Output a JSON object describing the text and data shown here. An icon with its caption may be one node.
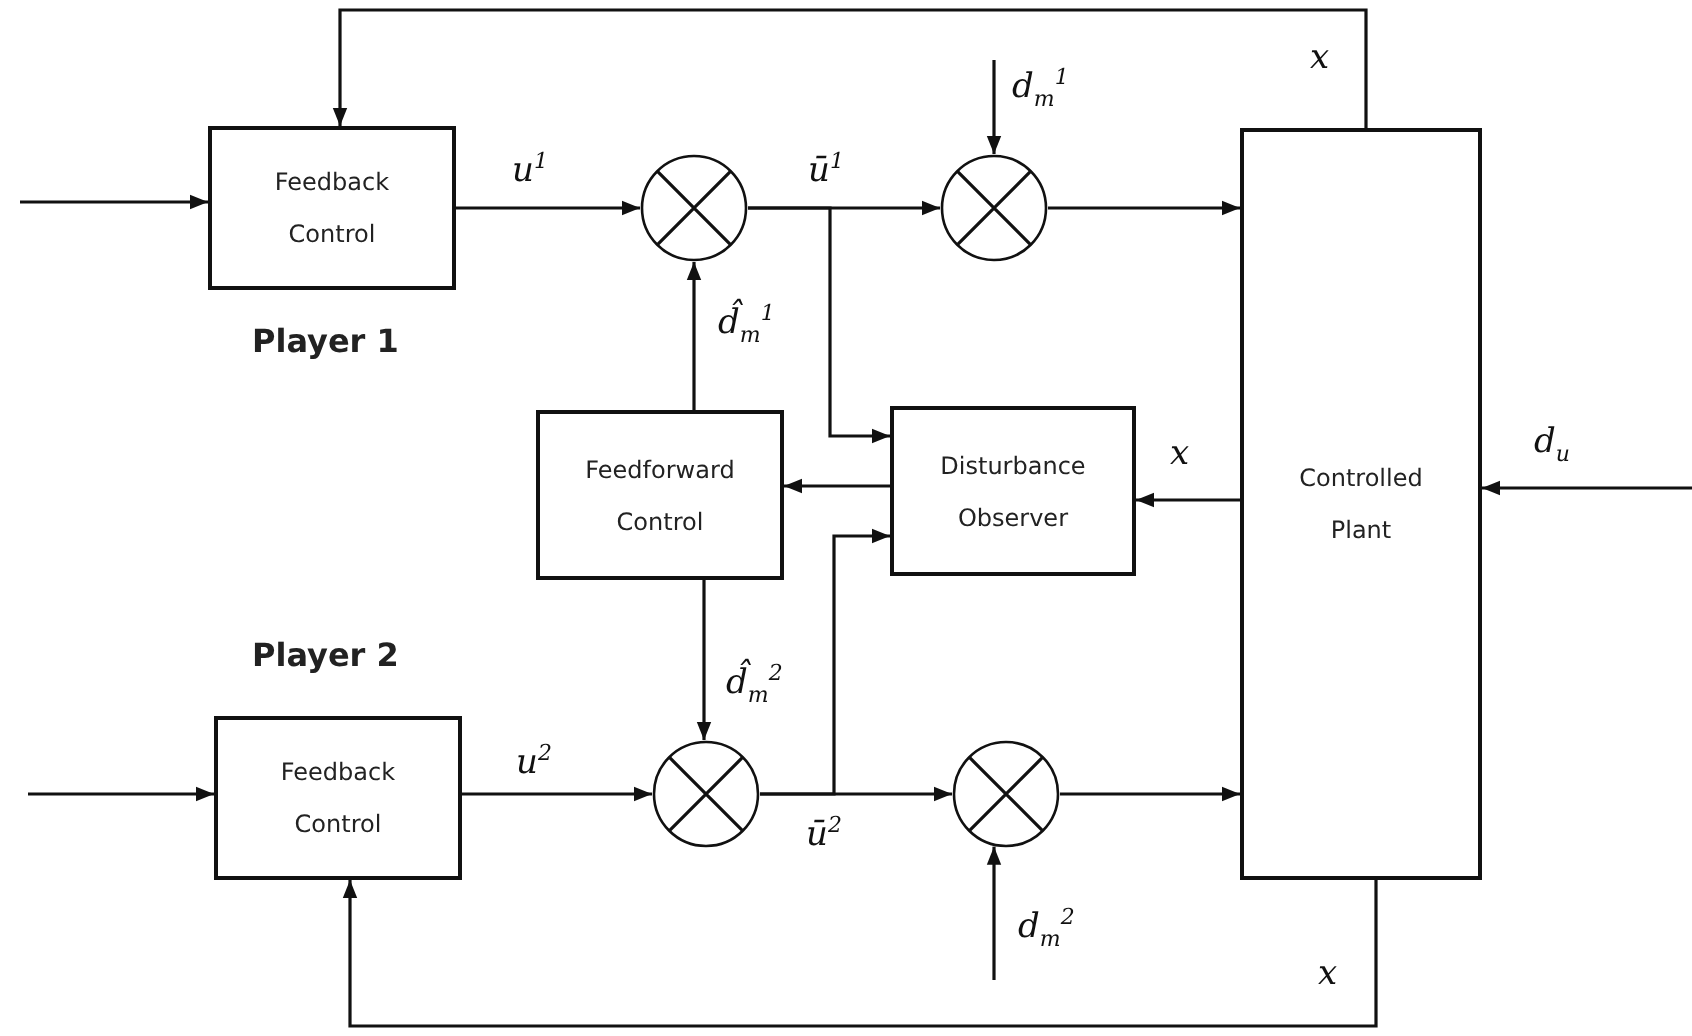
{
  "diagram": {
    "nodes": [
      {
        "text": [
          "Feedback Control"
        ]
      },
      {
        "text": [],
        "shape": "circle"
      },
      {
        "text": [],
        "shape": "circle"
      },
      {
        "text": [
          "Controlled Plant"
        ]
      },
      {
        "text": [
          "Feedforward Control"
        ]
      },
      {
        "text": [
          "Disturbance Observer"
        ]
      },
      {
        "text": [
          "Feedback Control"
        ]
      },
      {
        "text": [],
        "shape": "circle"
      },
      {
        "text": [],
        "shape": "circle"
      }
    ],
    "edges": [
      {
        "from": null,
        "to": 0,
        "arrow": "to"
      },
      {
        "from": 0,
        "to": 1,
        "arrow": "to",
        "label": "u$^{1}$"
      },
      {
        "from": 1,
        "to": 2,
        "arrow": "to",
        "label": "ū$^{1}$"
      },
      {
        "from": 1,
        "to": 5,
        "arrow": "to"
      },
      {
        "from": null,
        "to": 2,
        "arrow": "to",
        "label": "d$_{m}$$^{1}$"
      },
      {
        "from": 2,
        "to": 3,
        "arrow": "to"
      },
      {
        "from": 3,
        "to": 0,
        "arrow": "to",
        "label": "x"
      },
      {
        "from": 3,
        "to": 5,
        "arrow": "to",
        "label": "x"
      },
      {
        "from": null,
        "to": 3,
        "arrow": "to",
        "label": "d$_{u}$"
      },
      {
        "from": 5,
        "to": 4,
        "arrow": "to"
      },
      {
        "from": 4,
        "to": 1,
        "arrow": "to",
        "label": "d̂$_{m}$$^{1}$"
      },
      {
        "from": 4,
        "to": 7,
        "arrow": "to",
        "label": "d̂$_{m}$$^{2}$"
      },
      {
        "from": null,
        "to": 6,
        "arrow": "to"
      },
      {
        "from": 6,
        "to": 7,
        "arrow": "to",
        "label": "u$^{2}$"
      },
      {
        "from": 7,
        "to": 8,
        "arrow": "to",
        "label": "ū$^{2}$"
      },
      {
        "from": 7,
        "to": 5,
        "arrow": "to"
      },
      {
        "from": null,
        "to": 8,
        "arrow": "to",
        "label": "d$_{m}$$^{2}$"
      },
      {
        "from": 8,
        "to": 3,
        "arrow": "to"
      },
      {
        "from": 3,
        "to": 6,
        "arrow": "to",
        "label": "x"
      }
    ],
    "labels": [
      "Player 1",
      "Player 2"
    ]
  }
}
